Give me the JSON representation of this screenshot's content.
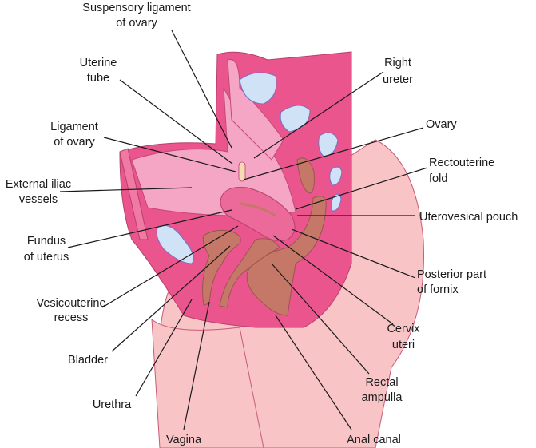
{
  "labels": {
    "suspensory_ligament": [
      "Suspensory ligament",
      "of ovary"
    ],
    "uterine_tube": [
      "Uterine",
      "tube"
    ],
    "ligament_of_ovary": [
      "Ligament",
      "of ovary"
    ],
    "external_iliac": [
      "External iliac",
      "vessels"
    ],
    "fundus": [
      "Fundus",
      "of uterus"
    ],
    "vesicouterine": [
      "Vesicouterine",
      "recess"
    ],
    "bladder": [
      "Bladder"
    ],
    "urethra": [
      "Urethra"
    ],
    "vagina": [
      "Vagina"
    ],
    "anal_canal": [
      "Anal canal"
    ],
    "rectal_ampulla": [
      "Rectal",
      "ampulla"
    ],
    "cervix": [
      "Cervix",
      "uteri"
    ],
    "fornix": [
      "Posterior part",
      "of fornix"
    ],
    "uterovesical": [
      "Uterovesical pouch"
    ],
    "rectouterine": [
      "Rectouterine",
      "fold"
    ],
    "ovary": [
      "Ovary"
    ],
    "right_ureter": [
      "Right",
      "ureter"
    ]
  },
  "colors": {
    "skin": "#f8c4c6",
    "pelvis": "#e9558c",
    "peritoneum": "#f4a6c4",
    "organ_brown": "#c67868",
    "bone": "#cfe2f6",
    "ovary": "#f6dcb4"
  }
}
